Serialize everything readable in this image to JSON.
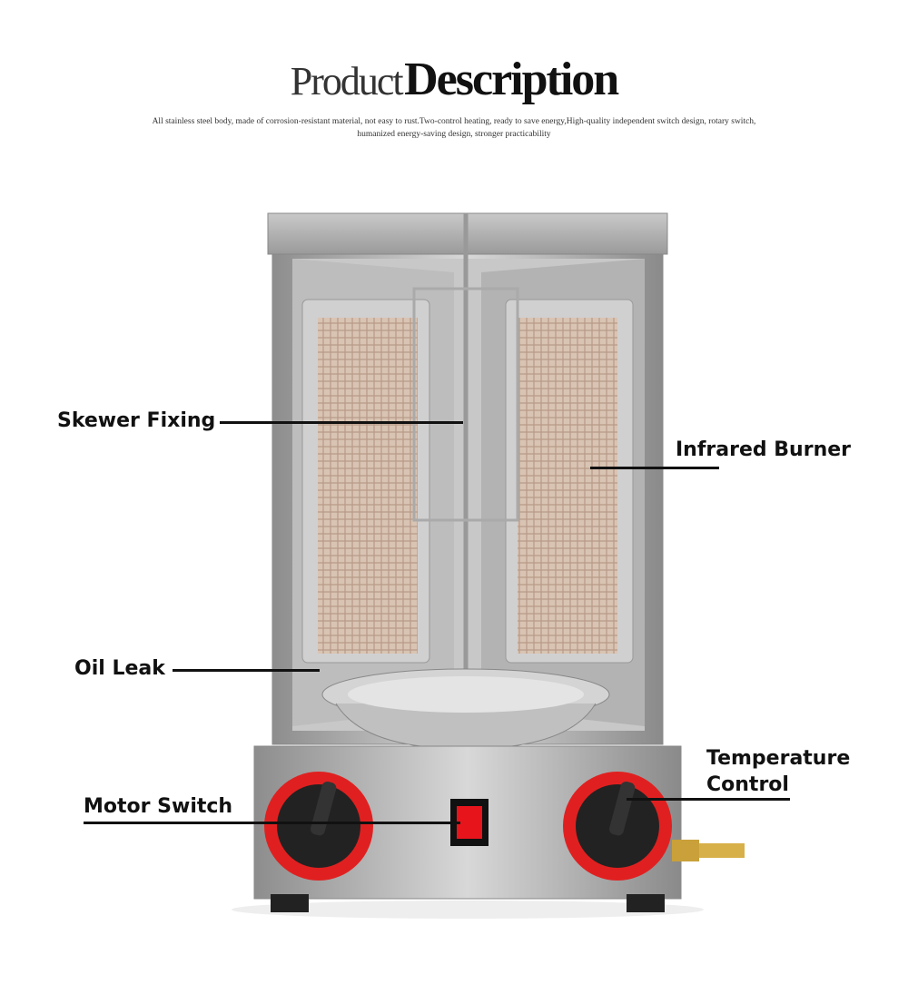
{
  "header": {
    "title_light": "Product",
    "title_bold": "Description",
    "subtitle": "All stainless steel body, made of corrosion-resistant material, not easy to rust.Two-control heating, ready to save energy,High-quality independent switch design, rotary switch, humanized energy-saving design, stronger practicability"
  },
  "callouts": {
    "skewer": "Skewer Fixing",
    "burner": "Infrared Burner",
    "oil": "Oil Leak",
    "motor": "Motor Switch",
    "temp_line1": "Temperature",
    "temp_line2": "Control"
  },
  "colors": {
    "knob_red": "#e02020",
    "switch_red": "#e8141c",
    "steel": "#b8b8b8"
  }
}
